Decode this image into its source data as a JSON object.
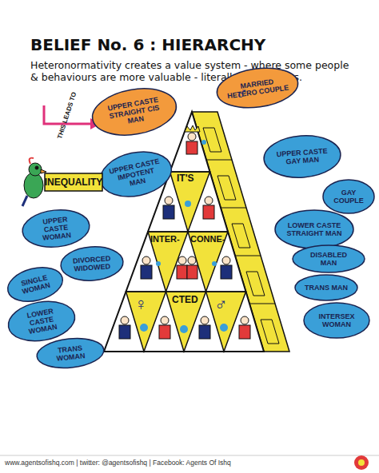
{
  "diagram": {
    "title": "BELIEF No. 6 : HIERARCHY",
    "caption": "Heteronormativity creates a value system - where some people & behaviours are more valuable - literally than others.",
    "nodes": [
      {
        "text": [
          "MARRIED HETERO COUPLE"
        ]
      },
      {
        "text": [
          "UPPER CASTE STRAIGHT CIS MAN"
        ]
      },
      {
        "text": [
          "UPPER CASTE GAY MAN"
        ]
      },
      {
        "text": [
          "UPPER CASTE IMPOTENT MAN"
        ]
      },
      {
        "text": [
          "INEQUALITY"
        ]
      },
      {
        "text": [
          "GAY COUPLE"
        ]
      },
      {
        "text": [
          "UPPER CASTE WOMAN"
        ]
      },
      {
        "text": [
          "LOWER CASTE STRAIGHT MAN"
        ]
      },
      {
        "text": [
          "DIVORCED WIDOWED"
        ]
      },
      {
        "text": [
          "DISABLED MAN"
        ]
      },
      {
        "text": [
          "SINGLE WOMAN"
        ]
      },
      {
        "text": [
          "TRANS MAN"
        ]
      },
      {
        "text": [
          "LOWER CASTE WOMAN"
        ]
      },
      {
        "text": [
          "INTERSEX WOMAN"
        ]
      },
      {
        "text": [
          "TRANS WOMAN"
        ]
      }
    ],
    "labels": [
      "THIS LEADS TO",
      "IT'S",
      "INTER-",
      "CONNE-",
      "CTED",
      "♂",
      "♀",
      "♂",
      "www.agentsofishq.com | twitter: @agentsofishq | Facebook: Agents Of Ishq"
    ]
  }
}
